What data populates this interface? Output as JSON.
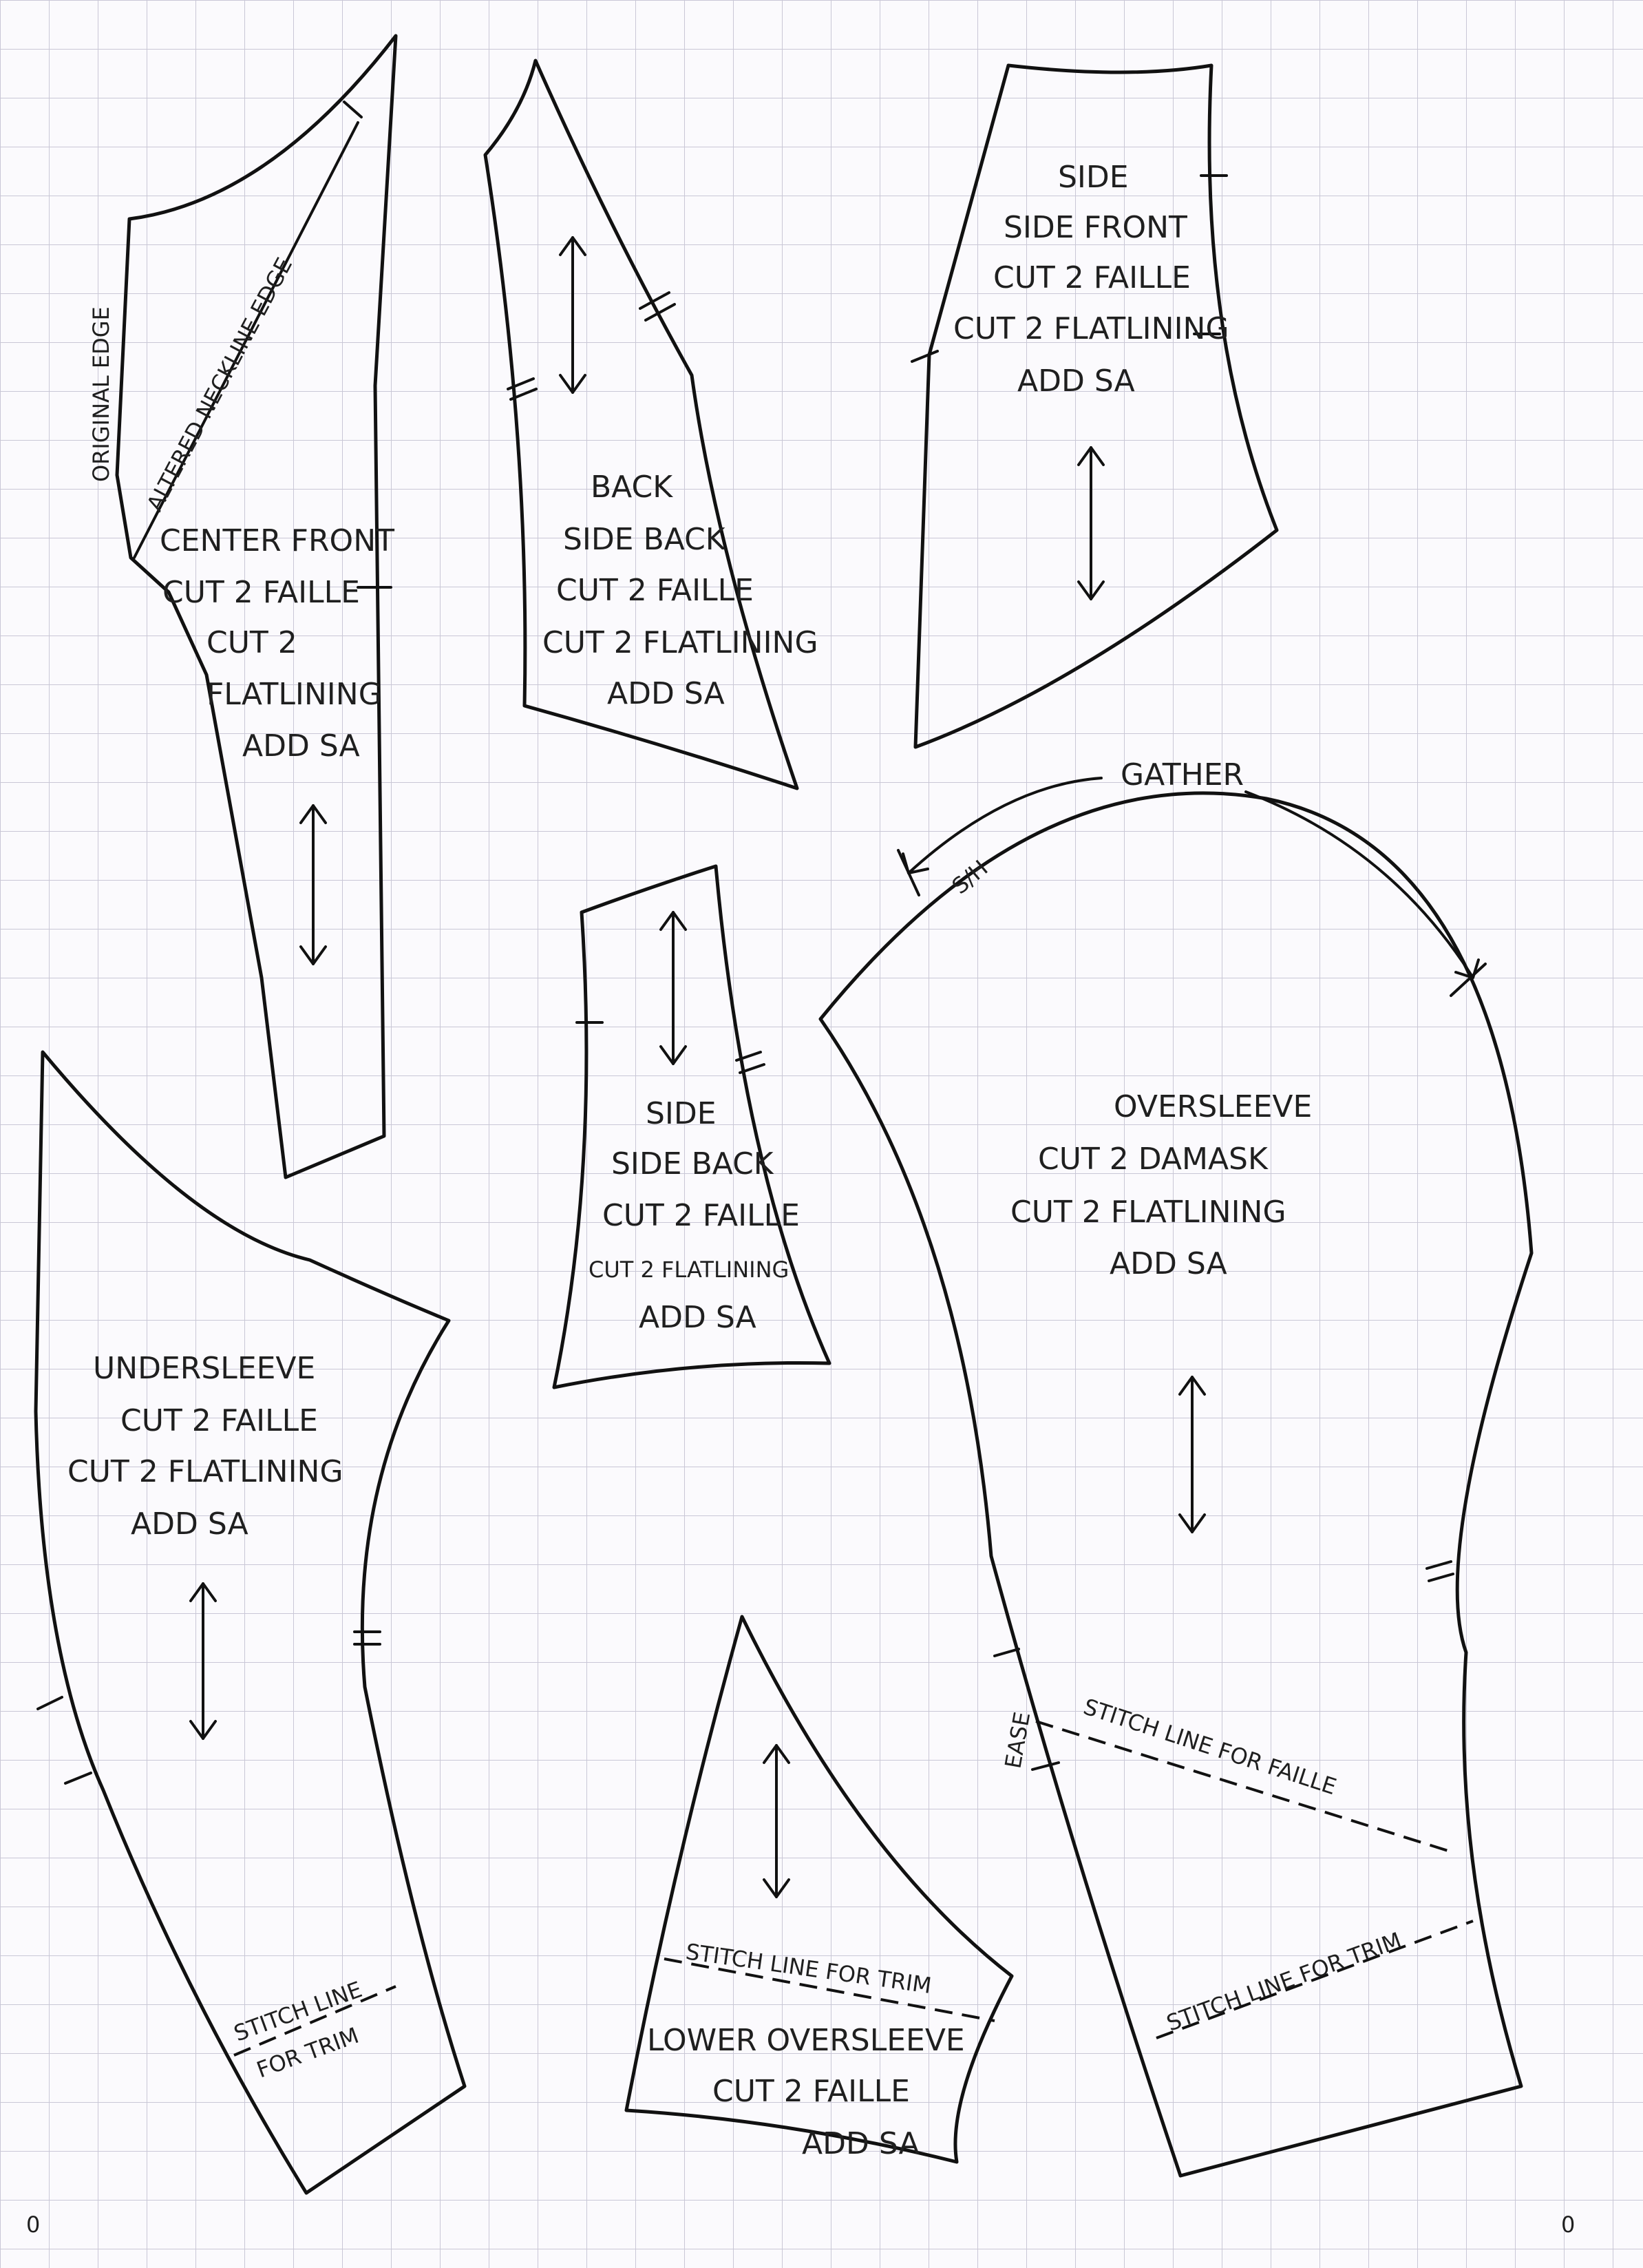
{
  "colors": {
    "paper": "#fbfafd",
    "grid": "#c9c7d6",
    "ink": "#111111"
  },
  "pieces": {
    "center_front": {
      "lines": [
        "CENTER FRONT",
        "CUT 2 FAILLE",
        "CUT 2",
        "FLATLINING",
        "ADD SA"
      ],
      "edge_original": "ORIGINAL EDGE",
      "edge_altered": "ALTERED NECKLINE EDGE"
    },
    "back": {
      "lines": [
        "BACK",
        "SIDE BACK",
        "CUT 2 FAILLE",
        "CUT 2 FLATLINING",
        "ADD SA"
      ]
    },
    "side_front": {
      "lines": [
        "SIDE",
        "SIDE FRONT",
        "CUT 2 FAILLE",
        "CUT 2 FLATLINING",
        "ADD SA"
      ]
    },
    "side_back": {
      "lines": [
        "SIDE",
        "SIDE BACK",
        "CUT 2 FAILLE",
        "CUT 2 FLATLINING",
        "ADD SA"
      ]
    },
    "oversleeve": {
      "lines": [
        "OVERSLEEVE",
        "CUT 2 DAMASK",
        "CUT 2 FLATLINING",
        "ADD SA"
      ],
      "gather": "GATHER",
      "sh": "S/H",
      "ease": "EASE",
      "stitch_faille": "STITCH LINE FOR FAILLE",
      "stitch_trim": "STITCH LINE FOR TRIM"
    },
    "undersleeve": {
      "lines": [
        "UNDERSLEEVE",
        "CUT 2 FAILLE",
        "CUT 2 FLATLINING",
        "ADD SA"
      ],
      "stitch_1": "STITCH LINE",
      "stitch_2": "FOR TRIM"
    },
    "lower_oversleeve": {
      "lines": [
        "LOWER OVERSLEEVE",
        "CUT 2 FAILLE",
        "ADD SA"
      ],
      "stitch_trim": "STITCH LINE FOR TRIM"
    }
  },
  "page_marks": {
    "left": "0",
    "right": "0"
  }
}
